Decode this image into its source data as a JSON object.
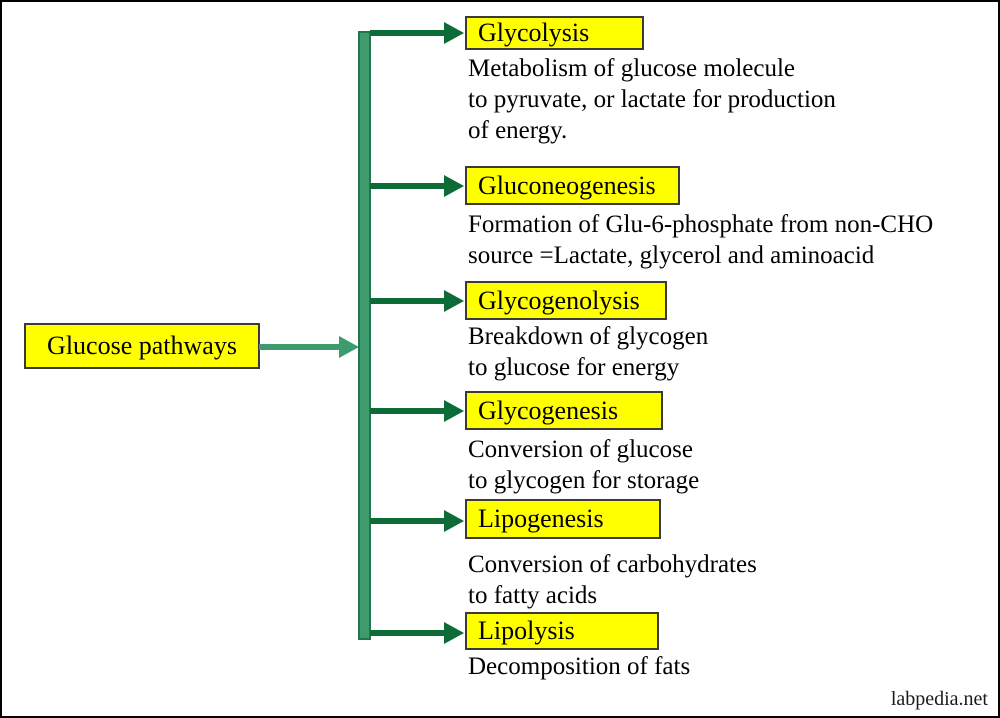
{
  "root": {
    "label": "Glucose pathways"
  },
  "watermark": "labpedia.net",
  "colors": {
    "node_fill": "#ffff00",
    "node_border": "#3a3a3a",
    "trunk_fill": "#3d9b6e",
    "trunk_border": "#26744e",
    "branch_arrow": "#0d6b38"
  },
  "pathways": [
    {
      "label": "Glycolysis",
      "lines": [
        "Metabolism of glucose molecule",
        "to pyruvate, or lactate for production",
        "of energy."
      ]
    },
    {
      "label": "Gluconeogenesis",
      "lines": [
        "Formation of Glu-6-phosphate from non-CHO",
        "source =Lactate, glycerol and aminoacid"
      ]
    },
    {
      "label": "Glycogenolysis",
      "lines": [
        "Breakdown of glycogen",
        "to glucose for energy"
      ]
    },
    {
      "label": "Glycogenesis",
      "lines": [
        "Conversion of glucose",
        "to glycogen for storage"
      ]
    },
    {
      "label": "Lipogenesis",
      "lines": [
        "Conversion of carbohydrates",
        "to fatty acids"
      ]
    },
    {
      "label": "Lipolysis",
      "lines": [
        "Decomposition of fats"
      ]
    }
  ]
}
